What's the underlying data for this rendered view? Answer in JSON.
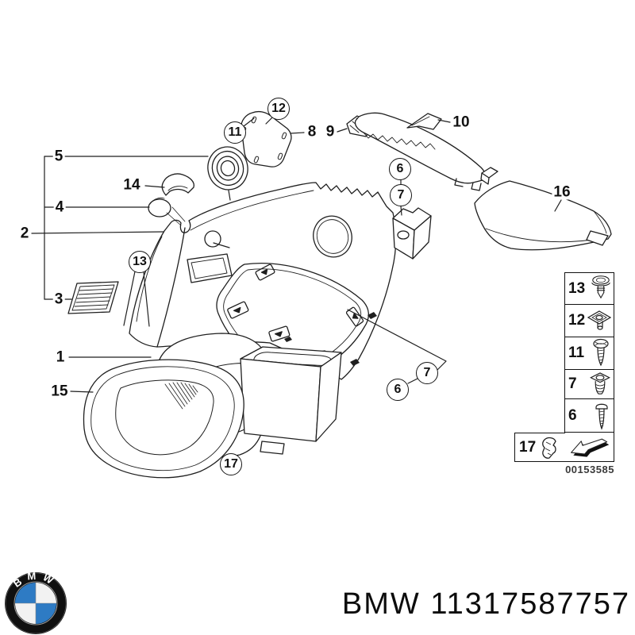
{
  "diagram": {
    "title": "quarter-trim-panel-exploded-view",
    "callouts": {
      "n1": "1",
      "n2": "2",
      "n3": "3",
      "n4": "4",
      "n5": "5",
      "n6": "6",
      "n7": "7",
      "n8": "8",
      "n9": "9",
      "n10": "10",
      "n11": "11",
      "n12": "12",
      "n13": "13",
      "n14": "14",
      "n15": "15",
      "n16": "16",
      "n17": "17"
    }
  },
  "legend": {
    "rows": [
      {
        "num": "13",
        "icon": "grommet-rivet-icon"
      },
      {
        "num": "12",
        "icon": "nut-plate-icon"
      },
      {
        "num": "11",
        "icon": "countersunk-screw-icon"
      },
      {
        "num": "7",
        "icon": "expansion-rivet-icon"
      },
      {
        "num": "6",
        "icon": "pan-head-screw-icon"
      }
    ],
    "clip": {
      "num": "17",
      "icon": "clip-icon"
    },
    "direction_icon": "direction-arrow-icon",
    "code": "00153585"
  },
  "footer": {
    "logo_letters": "BMW",
    "part_text": "BMW 11317587757"
  },
  "colors": {
    "line": "#1f1f1f",
    "bmw_blue": "#2e7bc4",
    "logo_black": "#101010"
  }
}
